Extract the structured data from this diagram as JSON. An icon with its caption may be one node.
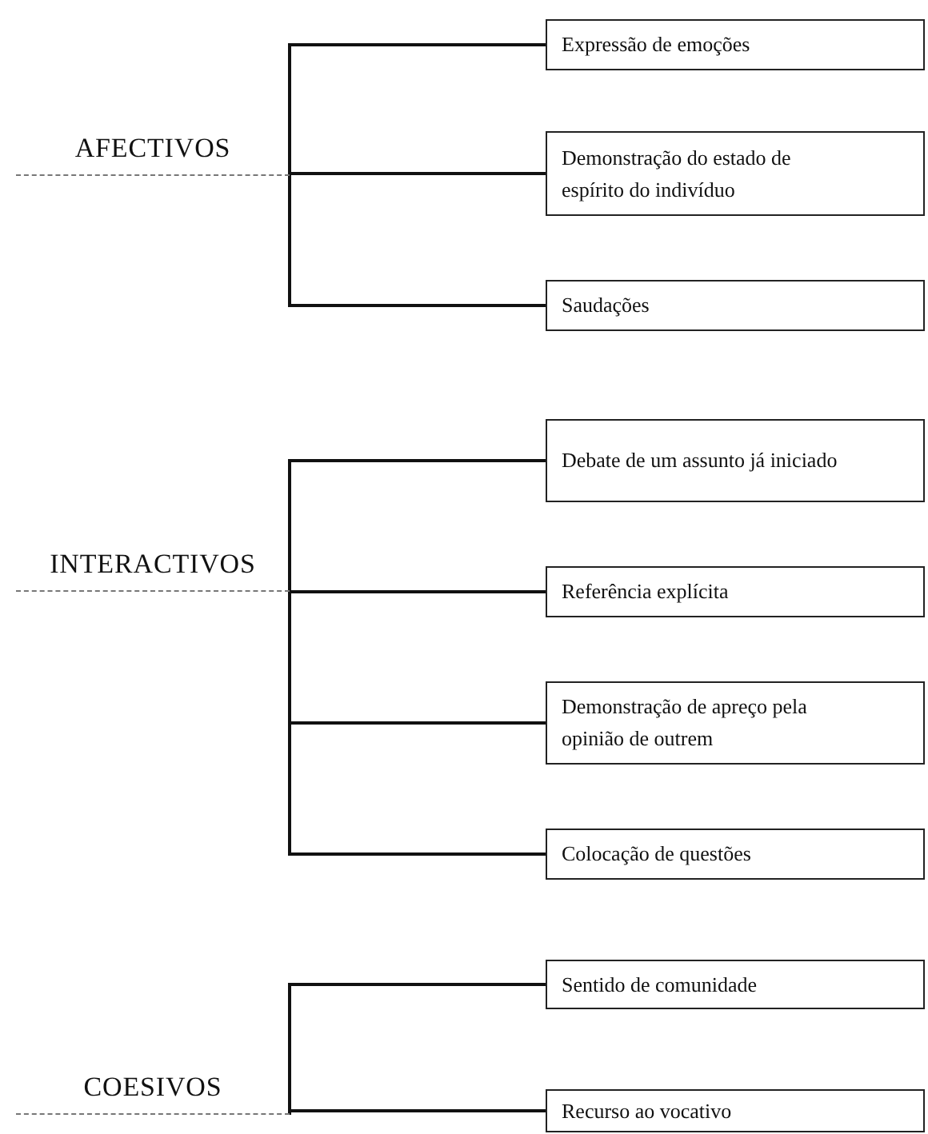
{
  "diagram": {
    "nodes": [
      {
        "text": [
          "AFECTIVOS"
        ]
      },
      {
        "text": [
          "Expressão de emoções"
        ]
      },
      {
        "text": [
          "Demonstração do estado de espírito do indivíduo"
        ]
      },
      {
        "text": [
          "Saudações"
        ]
      },
      {
        "text": [
          "INTERACTIVOS"
        ]
      },
      {
        "text": [
          "Debate de um assunto já iniciado"
        ]
      },
      {
        "text": [
          "Referência explícita"
        ]
      },
      {
        "text": [
          "Demonstração de apreço pela opinião de outrem"
        ]
      },
      {
        "text": [
          "Colocação de questões"
        ]
      },
      {
        "text": [
          "COESIVOS"
        ]
      },
      {
        "text": [
          "Sentido de comunidade"
        ]
      },
      {
        "text": [
          "Recurso ao vocativo"
        ]
      }
    ],
    "edges": [
      {
        "from": 0,
        "to": 1,
        "arrow": "none"
      },
      {
        "from": 0,
        "to": 2,
        "arrow": "none"
      },
      {
        "from": 0,
        "to": 3,
        "arrow": "none"
      },
      {
        "from": 4,
        "to": 5,
        "arrow": "none"
      },
      {
        "from": 4,
        "to": 6,
        "arrow": "none"
      },
      {
        "from": 4,
        "to": 7,
        "arrow": "none"
      },
      {
        "from": 4,
        "to": 8,
        "arrow": "none"
      },
      {
        "from": 9,
        "to": 10,
        "arrow": "none"
      },
      {
        "from": 9,
        "to": 11,
        "arrow": "none"
      }
    ]
  }
}
